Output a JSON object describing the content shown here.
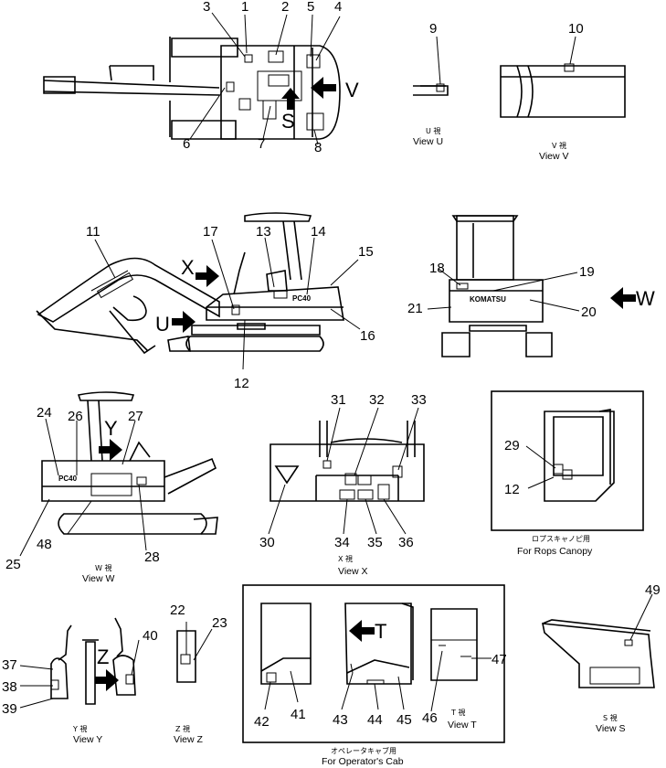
{
  "views": {
    "u": {
      "jp": "U 視",
      "en": "View U"
    },
    "v": {
      "jp": "V 視",
      "en": "View V"
    },
    "w": {
      "jp": "W 視",
      "en": "View W"
    },
    "x": {
      "jp": "X 視",
      "en": "View X"
    },
    "y": {
      "jp": "Y 視",
      "en": "View Y"
    },
    "z": {
      "jp": "Z 視",
      "en": "View Z"
    },
    "s": {
      "jp": "S 視",
      "en": "View S"
    },
    "t": {
      "jp": "T 視",
      "en": "View T"
    }
  },
  "panels": {
    "rops": {
      "jp": "ロプスキャノピ用",
      "en": "For Rops Canopy"
    },
    "cab": {
      "jp": "オペレータキャブ用",
      "en": "For Operator's Cab"
    }
  },
  "arrows": {
    "v": "V",
    "s": "S",
    "x": "X",
    "u": "U",
    "w": "W",
    "y": "Y",
    "z": "Z",
    "t": "T"
  },
  "decals": {
    "brand": "KOMATSU",
    "model_a": "PC40",
    "model_b": "PC40"
  },
  "callouts": {
    "n1": "1",
    "n2": "2",
    "n3": "3",
    "n4": "4",
    "n5": "5",
    "n6": "6",
    "n7": "7",
    "n8": "8",
    "n9": "9",
    "n10": "10",
    "n11": "11",
    "n12": "12",
    "n13": "13",
    "n14": "14",
    "n15": "15",
    "n16": "16",
    "n17": "17",
    "n18": "18",
    "n19": "19",
    "n20": "20",
    "n21": "21",
    "n22": "22",
    "n23": "23",
    "n24": "24",
    "n25": "25",
    "n26": "26",
    "n27": "27",
    "n28": "28",
    "n29": "29",
    "n12b": "12",
    "n30": "30",
    "n31": "31",
    "n32": "32",
    "n33": "33",
    "n34": "34",
    "n35": "35",
    "n36": "36",
    "n37": "37",
    "n38": "38",
    "n39": "39",
    "n40": "40",
    "n41": "41",
    "n42": "42",
    "n43": "43",
    "n44": "44",
    "n45": "45",
    "n46": "46",
    "n47": "47",
    "n48": "48",
    "n49": "49"
  }
}
